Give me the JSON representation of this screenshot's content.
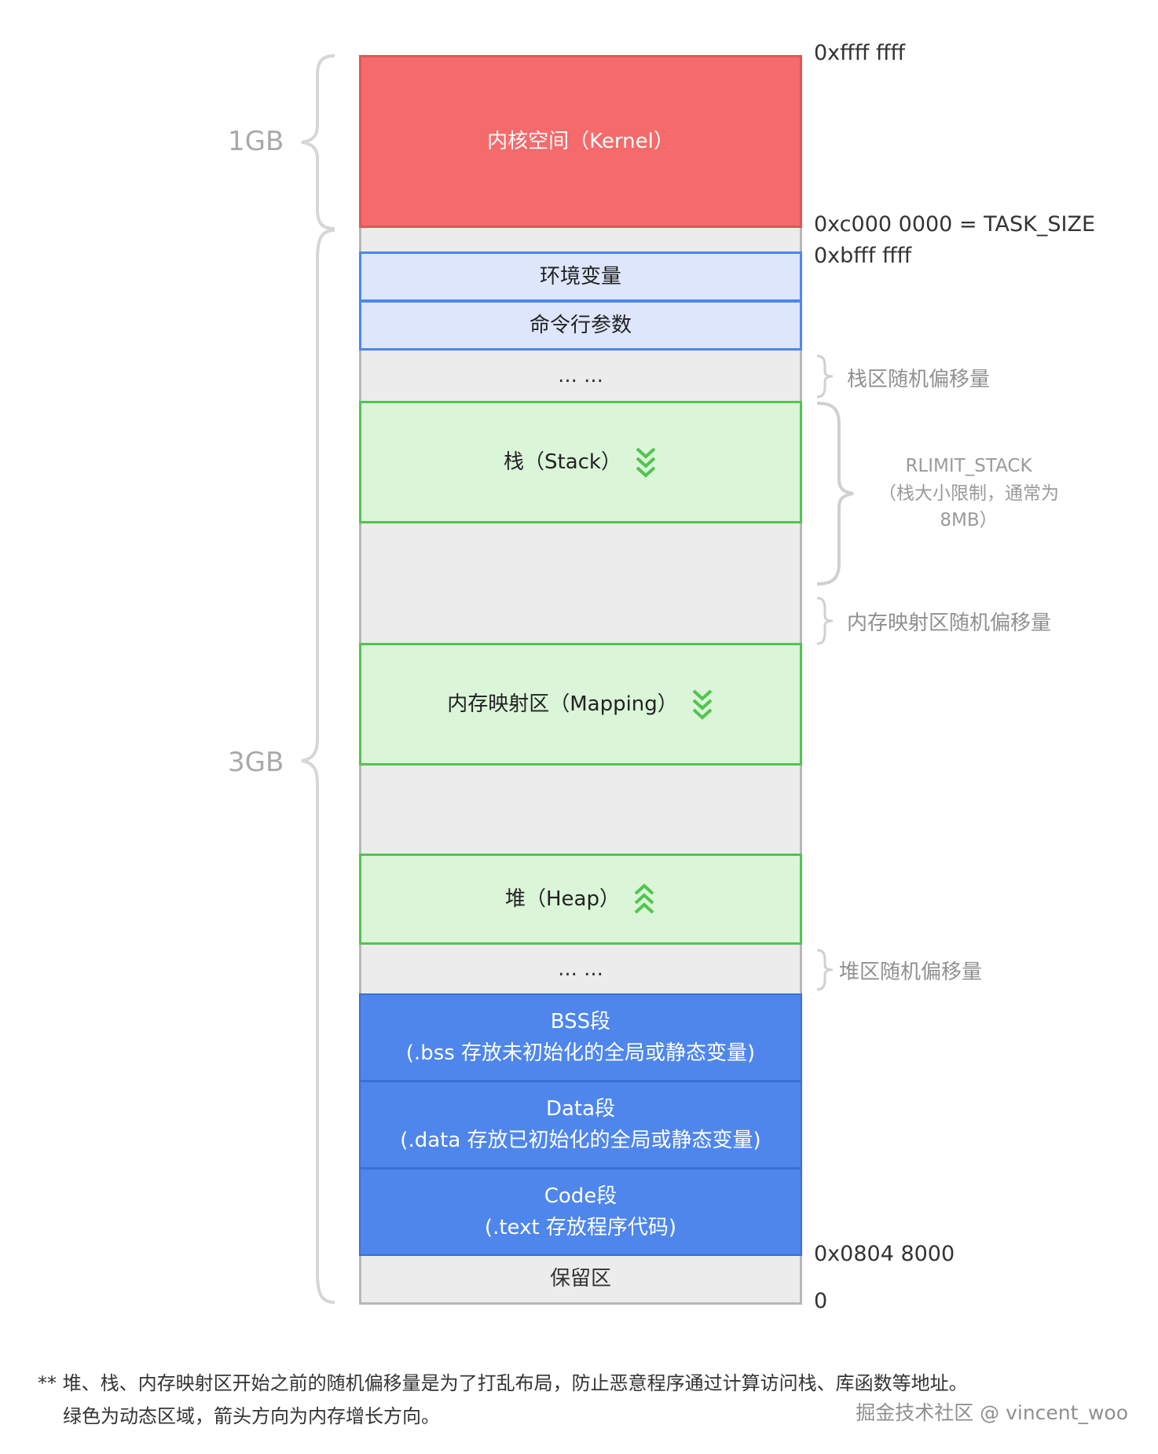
{
  "sizes": {
    "top": "1GB",
    "bottom": "3GB"
  },
  "segments": {
    "kernel": "内核空间（Kernel）",
    "env": "环境变量",
    "args": "命令行参数",
    "dots_top": "... ...",
    "stack": "栈（Stack）",
    "mapping": "内存映射区（Mapping）",
    "heap": "堆（Heap）",
    "dots_bottom": "... ...",
    "bss_title": "BSS段",
    "bss_desc": "(.bss  存放未初始化的全局或静态变量)",
    "data_title": "Data段",
    "data_desc": "(.data  存放已初始化的全局或静态变量)",
    "code_title": "Code段",
    "code_desc": "(.text  存放程序代码)",
    "reserved": "保留区"
  },
  "addresses": {
    "top": "0xffff ffff",
    "task_size": "0xc000 0000 = TASK_SIZE",
    "user_top": "0xbfff ffff",
    "code_start": "0x0804 8000",
    "zero": "0"
  },
  "annotations": {
    "stack_offset": "栈区随机偏移量",
    "rlimit_line1": "RLIMIT_STACK",
    "rlimit_line2": "（栈大小限制，通常为",
    "rlimit_line3": "8MB）",
    "mmap_offset": "内存映射区随机偏移量",
    "heap_offset": "堆区随机偏移量"
  },
  "notes": {
    "line1": "** 堆、栈、内存映射区开始之前的随机偏移量是为了打乱布局，防止恶意程序通过计算访问栈、库函数等地址。",
    "line2": "绿色为动态区域，箭头方向为内存增长方向。"
  },
  "watermark": "掘金技术社区 @ vincent_woo",
  "colors": {
    "kernel": "#f56a6a",
    "env_block": "#dde6fb",
    "dynamic_block": "#daf5d8",
    "dynamic_border": "#52c44f",
    "static_block": "#4e86ec",
    "gray_block": "#ececec"
  }
}
